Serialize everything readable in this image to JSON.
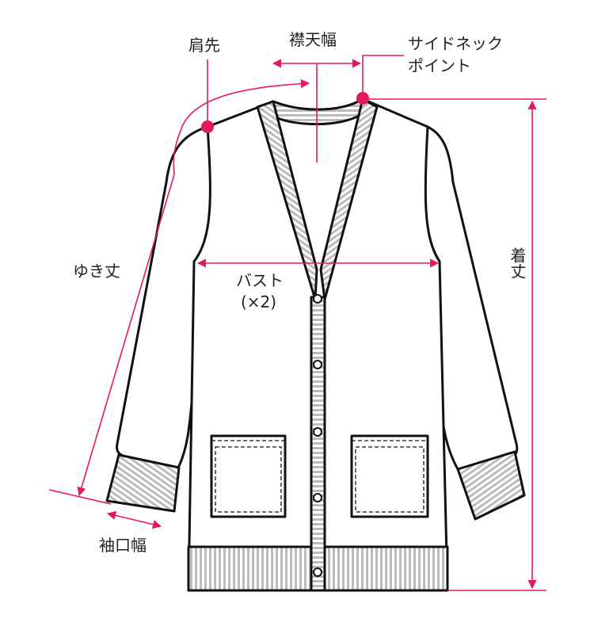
{
  "title": "Cardigan measurement diagram",
  "colors": {
    "accent": "#e6195f",
    "outline": "#111111",
    "rib": "#bbbbbb"
  },
  "labels": {
    "shoulder_point": "肩先",
    "neck_width": "襟天幅",
    "side_neck_point_line1": "サイドネック",
    "side_neck_point_line2": "ポイント",
    "sleeve_length": "ゆき丈",
    "bust_line1": "バスト",
    "bust_line2": "(×2)",
    "body_length": "着丈",
    "cuff_width": "袖口幅"
  }
}
